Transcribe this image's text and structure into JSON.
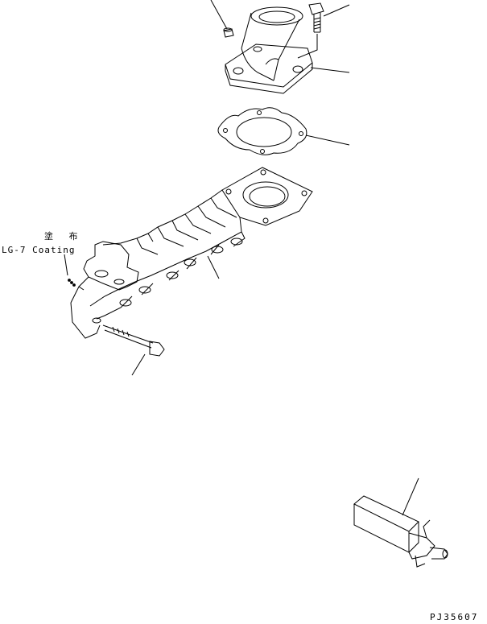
{
  "annotation": {
    "japanese": "塗 布",
    "english": "LG-7 Coating"
  },
  "figure_code": "PJ35607"
}
